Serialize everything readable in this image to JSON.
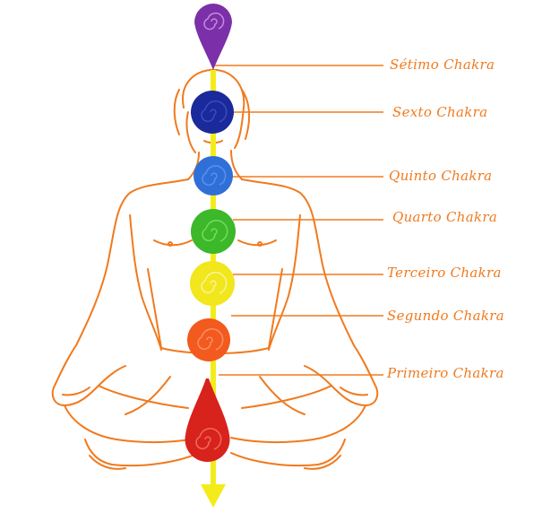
{
  "colors": {
    "outline": "#f07a1e",
    "axis": "#f3ec1a",
    "label": "#f07a1e"
  },
  "chakras": [
    {
      "label": "Sétimo Chakra",
      "color": "#7b2fa8",
      "shape": "teardrop-down"
    },
    {
      "label": "Sexto Chakra",
      "color": "#1a2a9a",
      "shape": "circle"
    },
    {
      "label": "Quinto Chakra",
      "color": "#2f6fd8",
      "shape": "circle"
    },
    {
      "label": "Quarto Chakra",
      "color": "#3cb82a",
      "shape": "circle"
    },
    {
      "label": "Terceiro Chakra",
      "color": "#f2e61c",
      "shape": "circle"
    },
    {
      "label": "Segundo Chakra",
      "color": "#f25a1e",
      "shape": "circle"
    },
    {
      "label": "Primeiro Chakra",
      "color": "#d8221c",
      "shape": "teardrop-up"
    }
  ]
}
